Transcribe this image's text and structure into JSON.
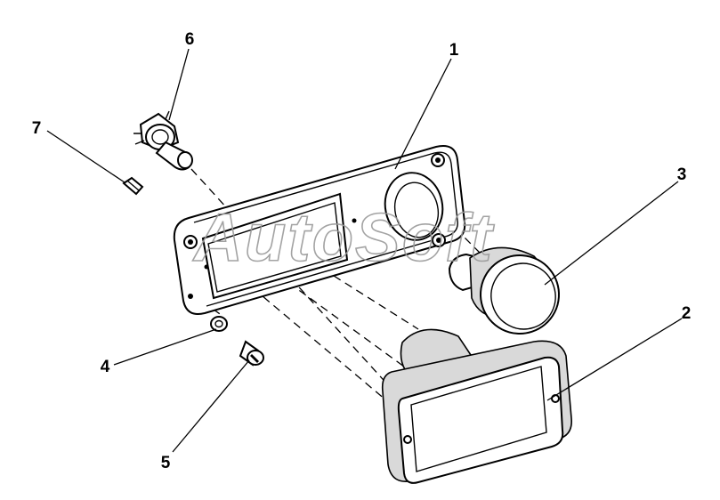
{
  "callouts": [
    {
      "number": "1"
    },
    {
      "number": "2"
    },
    {
      "number": "3"
    },
    {
      "number": "4"
    },
    {
      "number": "5"
    },
    {
      "number": "6"
    },
    {
      "number": "7"
    }
  ],
  "watermark": {
    "text": "AutoSoft"
  }
}
